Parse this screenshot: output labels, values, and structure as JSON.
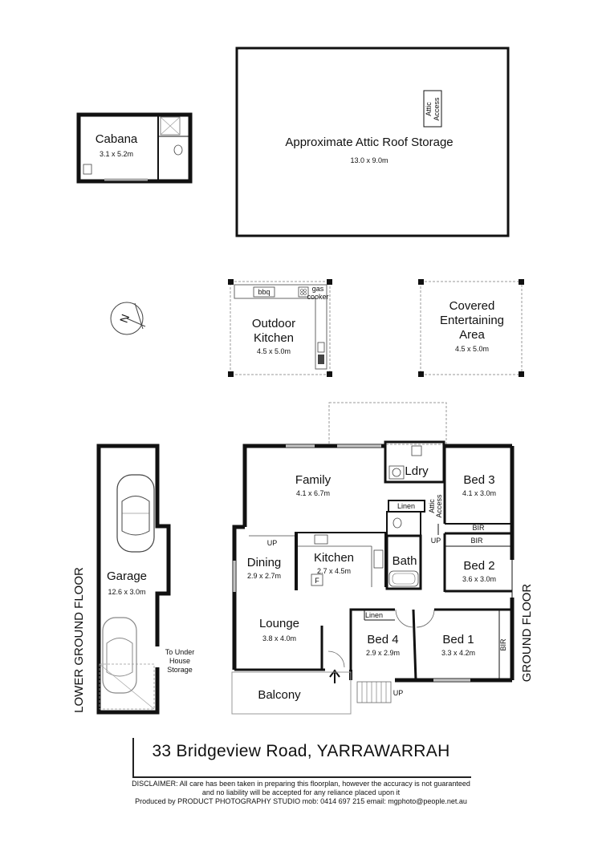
{
  "address": "33 Bridgeview Road, YARRAWARRAH",
  "disclaimer": {
    "line1": "DISCLAIMER: All care has been taken in preparing this floorplan, however the accuracy is not guaranteed",
    "line2": "and no liability will be accepted for any reliance placed upon it",
    "line3": "Produced by PRODUCT PHOTOGRAPHY STUDIO mob: 0414 697 215 email: mgphoto@people.net.au"
  },
  "floors": {
    "lower": "LOWER GROUND FLOOR",
    "ground": "GROUND FLOOR"
  },
  "compass": {
    "letter": "N"
  },
  "rooms": {
    "cabana": {
      "name": "Cabana",
      "dim": "3.1 x 5.2m"
    },
    "attic": {
      "name": "Approximate Attic Roof Storage",
      "dim": "13.0 x 9.0m",
      "access_top": "Attic",
      "access_bottom": "Access"
    },
    "outdoor_kitchen": {
      "name_line1": "Outdoor",
      "name_line2": "Kitchen",
      "dim": "4.5 x 5.0m",
      "bbq": "bbq",
      "gas1": "gas",
      "gas2": "cooker"
    },
    "covered": {
      "line1": "Covered",
      "line2": "Entertaining",
      "line3": "Area",
      "dim": "4.5 x 5.0m"
    },
    "garage": {
      "name": "Garage",
      "dim": "12.6 x 3.0m",
      "storage1": "To Under",
      "storage2": "House",
      "storage3": "Storage"
    },
    "family": {
      "name": "Family",
      "dim": "4.1 x 6.7m"
    },
    "ldry": {
      "name": "Ldry"
    },
    "bed3": {
      "name": "Bed 3",
      "dim": "4.1 x 3.0m",
      "bir": "BIR"
    },
    "linen_upper": {
      "name": "Linen"
    },
    "attic_access": {
      "line1": "Attic",
      "line2": "Access"
    },
    "bed2": {
      "name": "Bed 2",
      "dim": "3.6 x 3.0m",
      "bir": "BIR"
    },
    "dining": {
      "name": "Dining",
      "dim": "2.9 x 2.7m"
    },
    "kitchen": {
      "name": "Kitchen",
      "dim": "2.7 x 4.5m",
      "fridge": "F"
    },
    "bath": {
      "name": "Bath"
    },
    "lounge": {
      "name": "Lounge",
      "dim": "3.8 x 4.0m"
    },
    "linen_lower": {
      "name": "Linen"
    },
    "bed4": {
      "name": "Bed 4",
      "dim": "2.9 x 2.9m"
    },
    "bed1": {
      "name": "Bed 1",
      "dim": "3.3 x 4.2m",
      "bir": "BIR"
    },
    "balcony": {
      "name": "Balcony"
    }
  },
  "stair_labels": {
    "up1": "UP",
    "up2": "UP",
    "up3": "UP"
  }
}
